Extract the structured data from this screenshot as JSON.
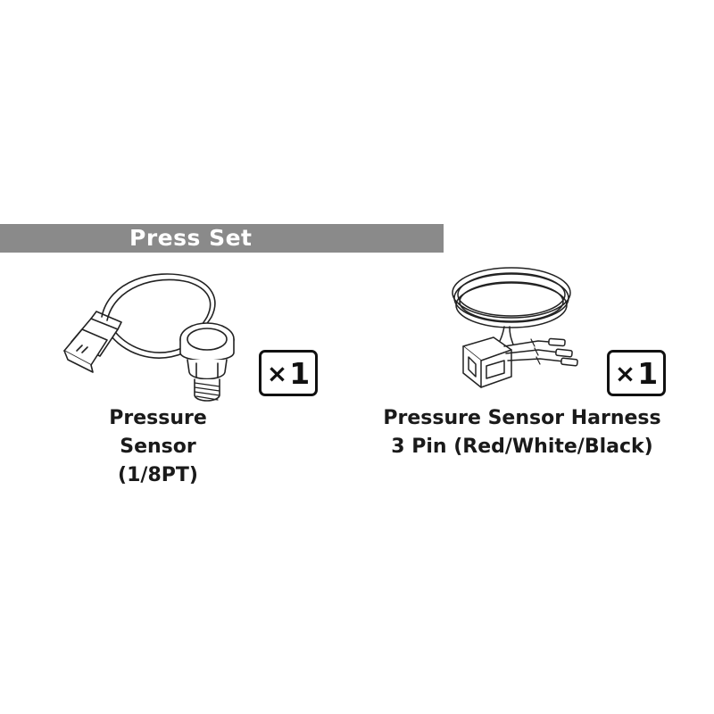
{
  "banner": {
    "title": "Press Set",
    "color": "#8a8a8a"
  },
  "items": [
    {
      "name_lines": [
        "Pressure",
        "Sensor",
        "(1/8PT)"
      ],
      "quantity_symbol": "×",
      "quantity": "1",
      "icon": "pressure-sensor-illustration"
    },
    {
      "name_lines": [
        "Pressure Sensor Harness",
        "3 Pin (Red/White/Black)"
      ],
      "quantity_symbol": "×",
      "quantity": "1",
      "icon": "sensor-harness-illustration"
    }
  ]
}
